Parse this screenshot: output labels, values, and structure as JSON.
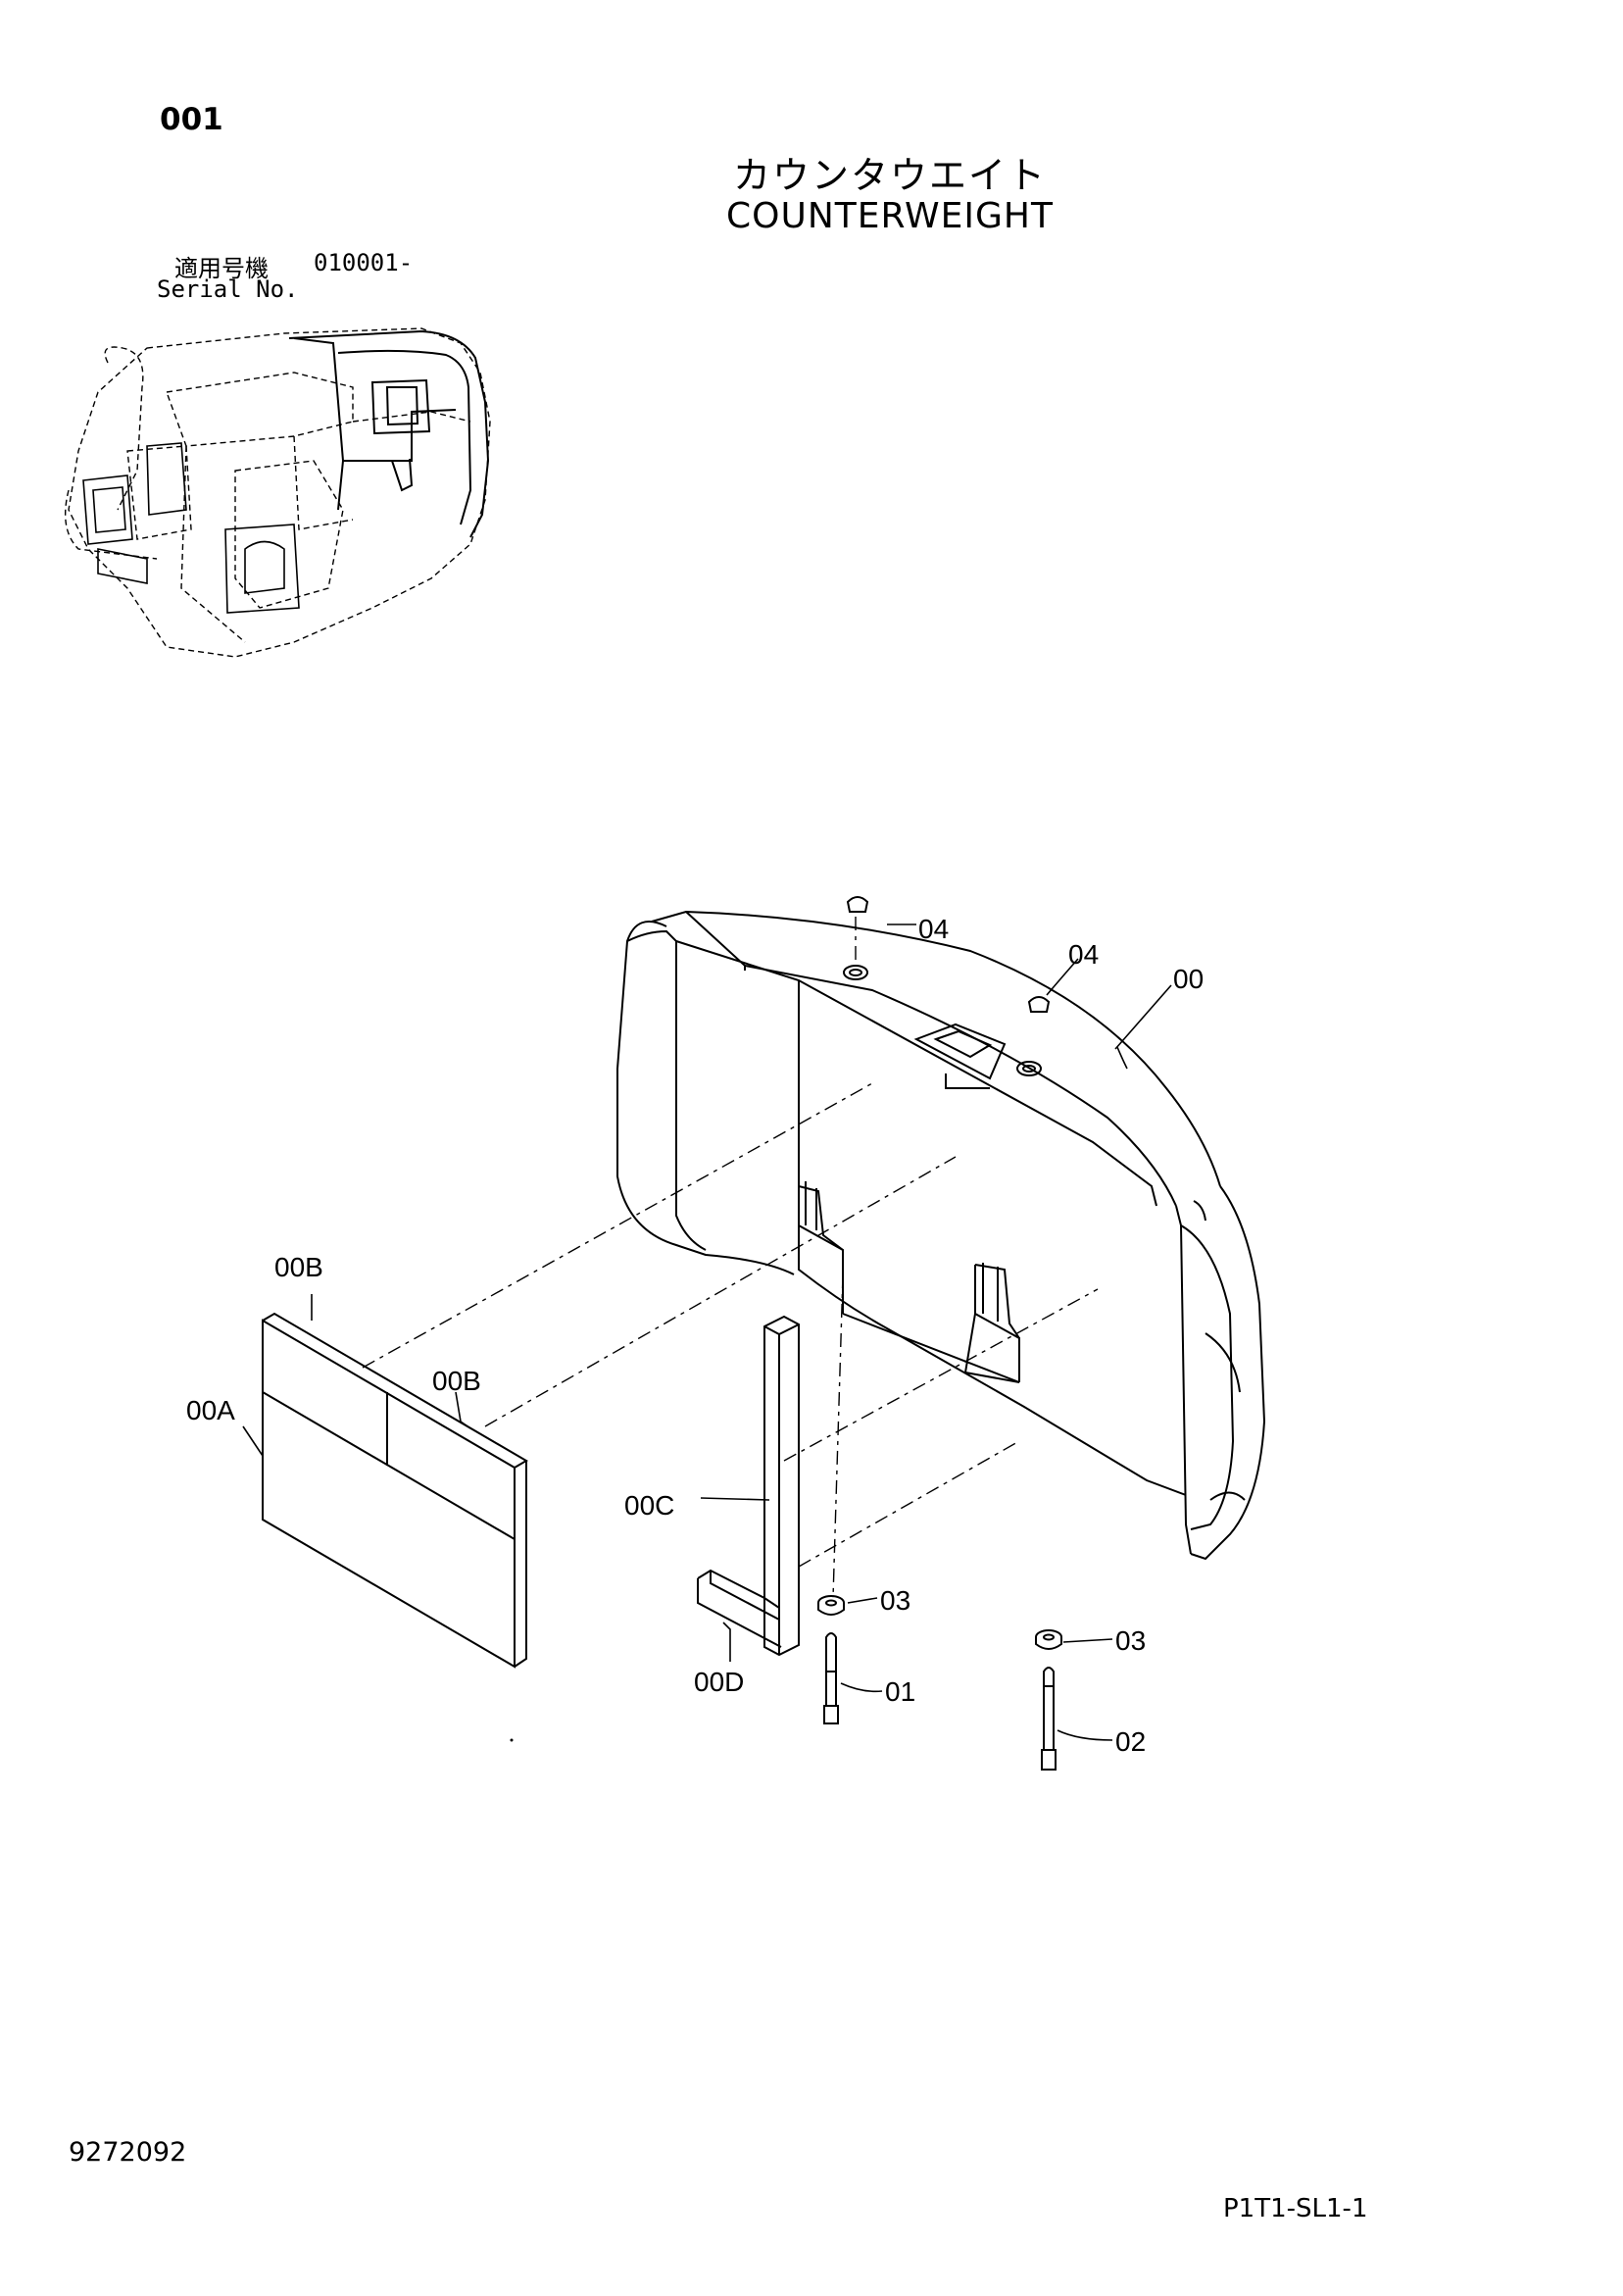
{
  "header": {
    "page_number": "001",
    "title_jp": "カウンタウエイト",
    "title_en": "COUNTERWEIGHT",
    "serial_label_jp": "適用号機",
    "serial_value": "010001-",
    "serial_label_en": "Serial No."
  },
  "callouts": {
    "p00": "00",
    "p00A": "00A",
    "p00B_1": "00B",
    "p00B_2": "00B",
    "p00C": "00C",
    "p00D": "00D",
    "p01": "01",
    "p02": "02",
    "p03_1": "03",
    "p03_2": "03",
    "p04_1": "04",
    "p04_2": "04"
  },
  "footer": {
    "doc_number": "9272092",
    "page_code": "P1T1-SL1-1"
  }
}
